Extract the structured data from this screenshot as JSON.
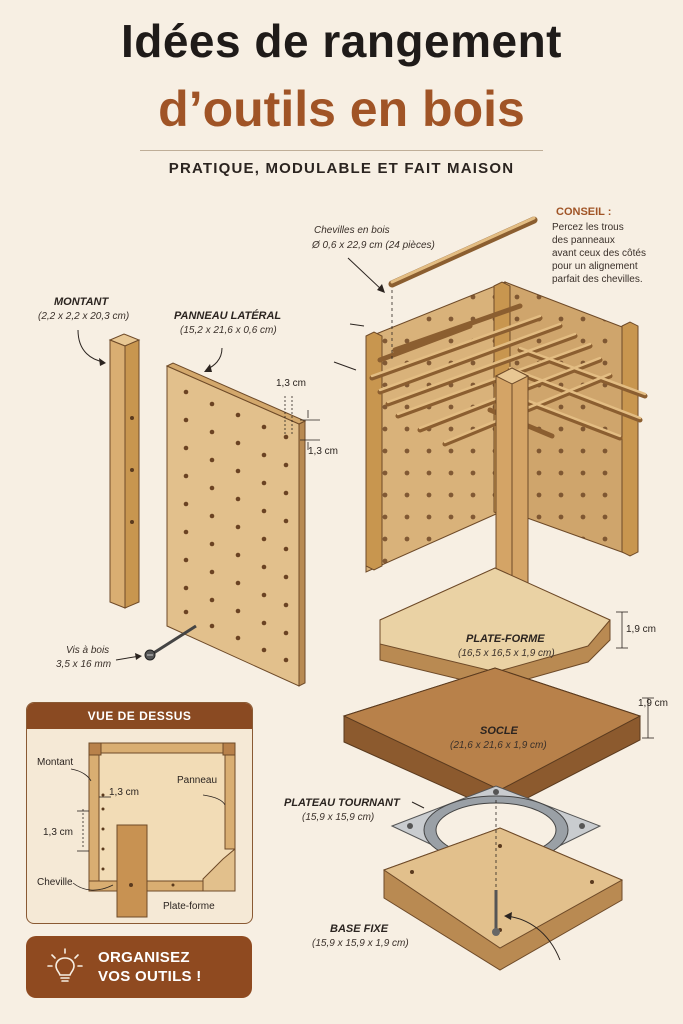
{
  "title_line1": "Idées de rangement",
  "title_line2": "d’outils en bois",
  "subtitle": "PRATIQUE, MODULABLE ET FAIT MAISON",
  "parts": {
    "montant": {
      "name": "MONTANT",
      "dims": "(2,2 x 2,2 x 20,3 cm)"
    },
    "panneau": {
      "name": "PANNEAU LATÉRAL",
      "dims": "(15,2 x 21,6 x 0,6 cm)"
    },
    "hole_dim1": "1,3 cm",
    "hole_dim2": "1,3 cm",
    "vis": {
      "name": "Vis à bois",
      "dims": "3,5 x 16 mm"
    },
    "chevilles": {
      "name": "Chevilles en bois",
      "dims": "Ø 0,6 x 22,9 cm (24 pièces)"
    },
    "plateforme": {
      "name": "PLATE-FORME",
      "dims": "(16,5 x 16,5 x 1,9 cm)",
      "thickness": "1,9 cm"
    },
    "socle": {
      "name": "SOCLE",
      "dims": "(21,6 x 21,6 x 1,9 cm)",
      "thickness": "1,9 cm"
    },
    "plateau": {
      "name": "PLATEAU TOURNANT",
      "dims": "(15,9 x 15,9 cm)"
    },
    "base": {
      "name": "BASE FIXE",
      "dims": "(15,9 x 15,9 x 1,9 cm)"
    }
  },
  "conseil": {
    "title": "CONSEIL :",
    "lines": [
      "Percez les trous",
      "des panneaux",
      "avant ceux des côtés",
      "pour un alignement",
      "parfait des chevilles."
    ]
  },
  "top_view": {
    "header": "VUE DE DESSUS",
    "montant": "Montant",
    "panneau": "Panneau",
    "dim_h": "1,3 cm",
    "dim_v": "1,3 cm",
    "cheville": "Cheville",
    "plateforme": "Plate-forme"
  },
  "cta": {
    "line1": "ORGANISEZ",
    "line2": "VOS OUTILS !",
    "icon": "lightbulb-icon"
  }
}
